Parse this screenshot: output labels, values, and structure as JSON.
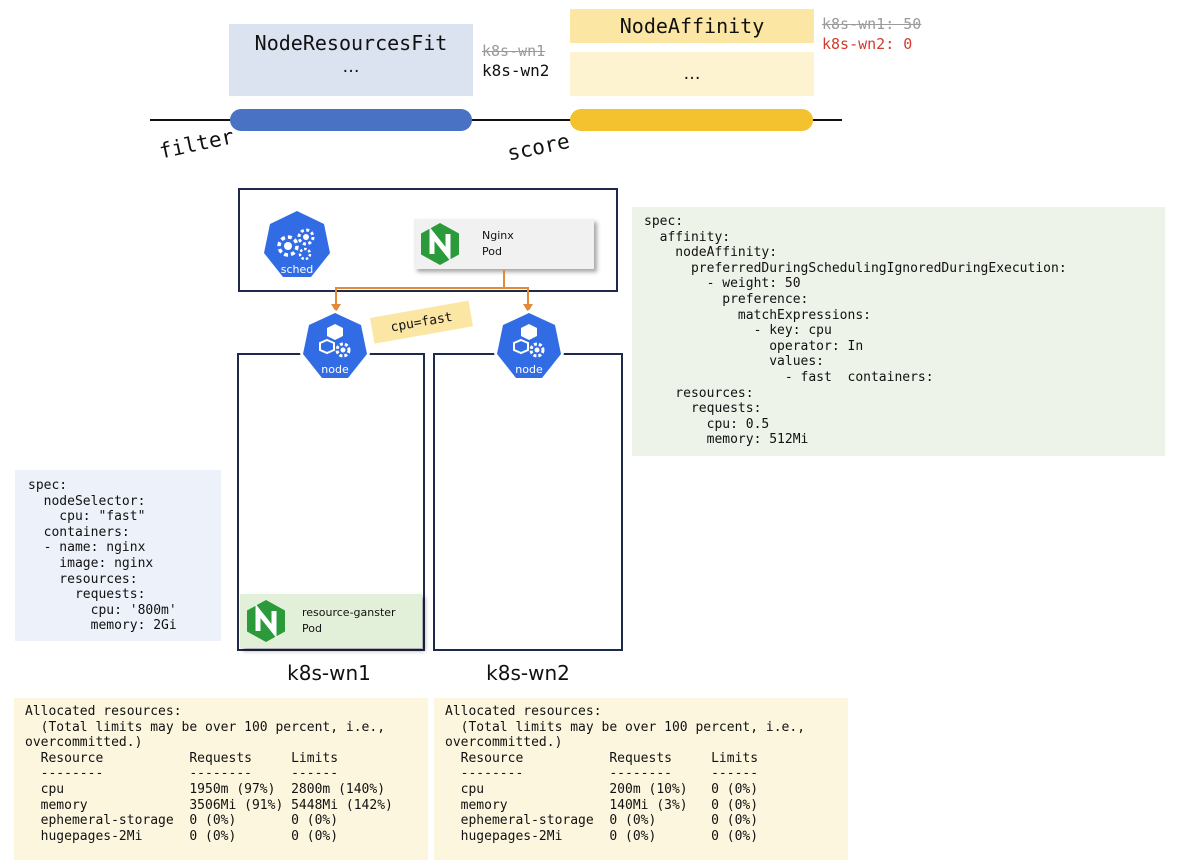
{
  "pipeline": {
    "filter_label": "filter",
    "score_label": "score",
    "filter_plugin": {
      "title": "NodeResourcesFit",
      "more": "…"
    },
    "score_plugin": {
      "title": "NodeAffinity",
      "more": "…"
    },
    "filter_results": {
      "removed": "k8s-wn1",
      "kept": "k8s-wn2"
    },
    "score_results": {
      "removed": "k8s-wn1: 50",
      "kept": "k8s-wn2: 0"
    },
    "colors": {
      "filter_bar": "#4a72c4",
      "score_bar": "#f4c22f",
      "kept_score": "#d23b2a"
    }
  },
  "scheduler": {
    "sched_icon_label": "sched",
    "pending_pod": {
      "name": "Nginx",
      "kind": "Pod"
    }
  },
  "nodes": [
    {
      "icon_label": "node",
      "name": "k8s-wn1",
      "label_tag": "cpu=fast",
      "pod": {
        "name": "resource-ganster",
        "kind": "Pod"
      }
    },
    {
      "icon_label": "node",
      "name": "k8s-wn2"
    }
  ],
  "pod_spec_right": "spec:\n  affinity:\n    nodeAffinity:\n      preferredDuringSchedulingIgnoredDuringExecution:\n        - weight: 50\n          preference:\n            matchExpressions:\n              - key: cpu\n                operator: In\n                values:\n                  - fast  containers:\n    resources:\n      requests:\n        cpu: 0.5\n        memory: 512Mi",
  "pod_spec_left": "spec:\n  nodeSelector:\n    cpu: \"fast\"\n  containers:\n  - name: nginx\n    image: nginx\n    resources:\n      requests:\n        cpu: '800m'\n        memory: 2Gi",
  "allocated": [
    {
      "node": "k8s-wn1",
      "text": "Allocated resources:\n  (Total limits may be over 100 percent, i.e.,\novercommitted.)\n  Resource           Requests     Limits\n  --------           --------     ------\n  cpu                1950m (97%)  2800m (140%)\n  memory             3506Mi (91%) 5448Mi (142%)\n  ephemeral-storage  0 (0%)       0 (0%)\n  hugepages-2Mi      0 (0%)       0 (0%)"
    },
    {
      "node": "k8s-wn2",
      "text": "Allocated resources:\n  (Total limits may be over 100 percent, i.e.,\novercommitted.)\n  Resource           Requests     Limits\n  --------           --------     ------\n  cpu                200m (10%)   0 (0%)\n  memory             140Mi (3%)   0 (0%)\n  ephemeral-storage  0 (0%)       0 (0%)\n  hugepages-2Mi      0 (0%)       0 (0%)"
    }
  ]
}
